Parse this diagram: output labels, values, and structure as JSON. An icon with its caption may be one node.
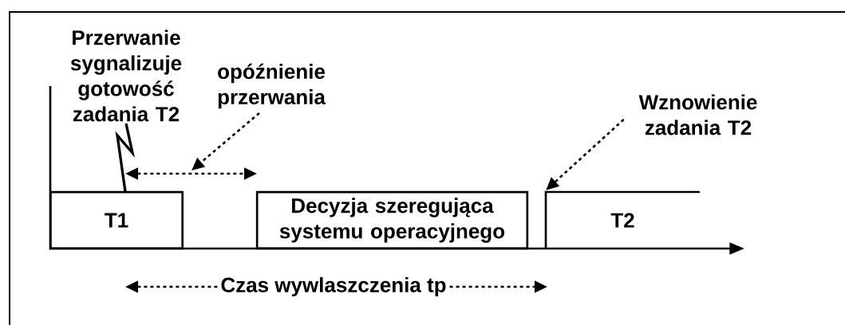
{
  "diagram": {
    "nodes": [
      {
        "text": [
          "T1"
        ]
      },
      {
        "text": [
          "Decyzja szeregująca systemu operacyjnego"
        ]
      },
      {
        "text": [
          "T2"
        ]
      },
      {
        "text": [
          "Przerwanie sygnalizuje gotowość zadania T2"
        ]
      },
      {
        "text": [
          "opóźnienie przerwania"
        ]
      },
      {
        "text": [
          "Wznowienie zadania T2"
        ]
      }
    ],
    "edges": [
      {
        "from": 3,
        "to": 0,
        "arrow": "none"
      },
      {
        "from": 4,
        "to": null,
        "arrow": "to",
        "style": "dashed"
      },
      {
        "from": 5,
        "to": 2,
        "arrow": "to",
        "style": "dashed"
      }
    ],
    "labels": [
      "Czas wywlaszczenia tp"
    ]
  }
}
